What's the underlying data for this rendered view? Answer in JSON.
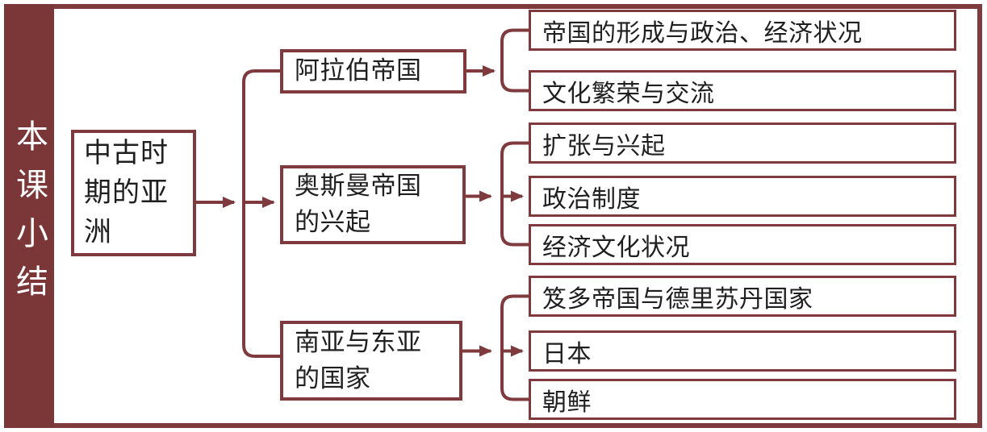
{
  "colors": {
    "accent": "#7B3638",
    "line": "#7E3A3C",
    "text": "#1f1f1f",
    "background": "#ffffff"
  },
  "sidebar": {
    "title": "本课小结"
  },
  "root": {
    "label": "中古时期的亚洲"
  },
  "branches": [
    {
      "label": "阿拉伯帝国",
      "children": [
        "帝国的形成与政治、经济状况",
        "文化繁荣与交流"
      ]
    },
    {
      "label": "奥斯曼帝国的兴起",
      "children": [
        "扩张与兴起",
        "政治制度",
        "经济文化状况"
      ]
    },
    {
      "label": "南亚与东亚的国家",
      "children": [
        "笈多帝国与德里苏丹国家",
        "日本",
        "朝鲜"
      ]
    }
  ]
}
